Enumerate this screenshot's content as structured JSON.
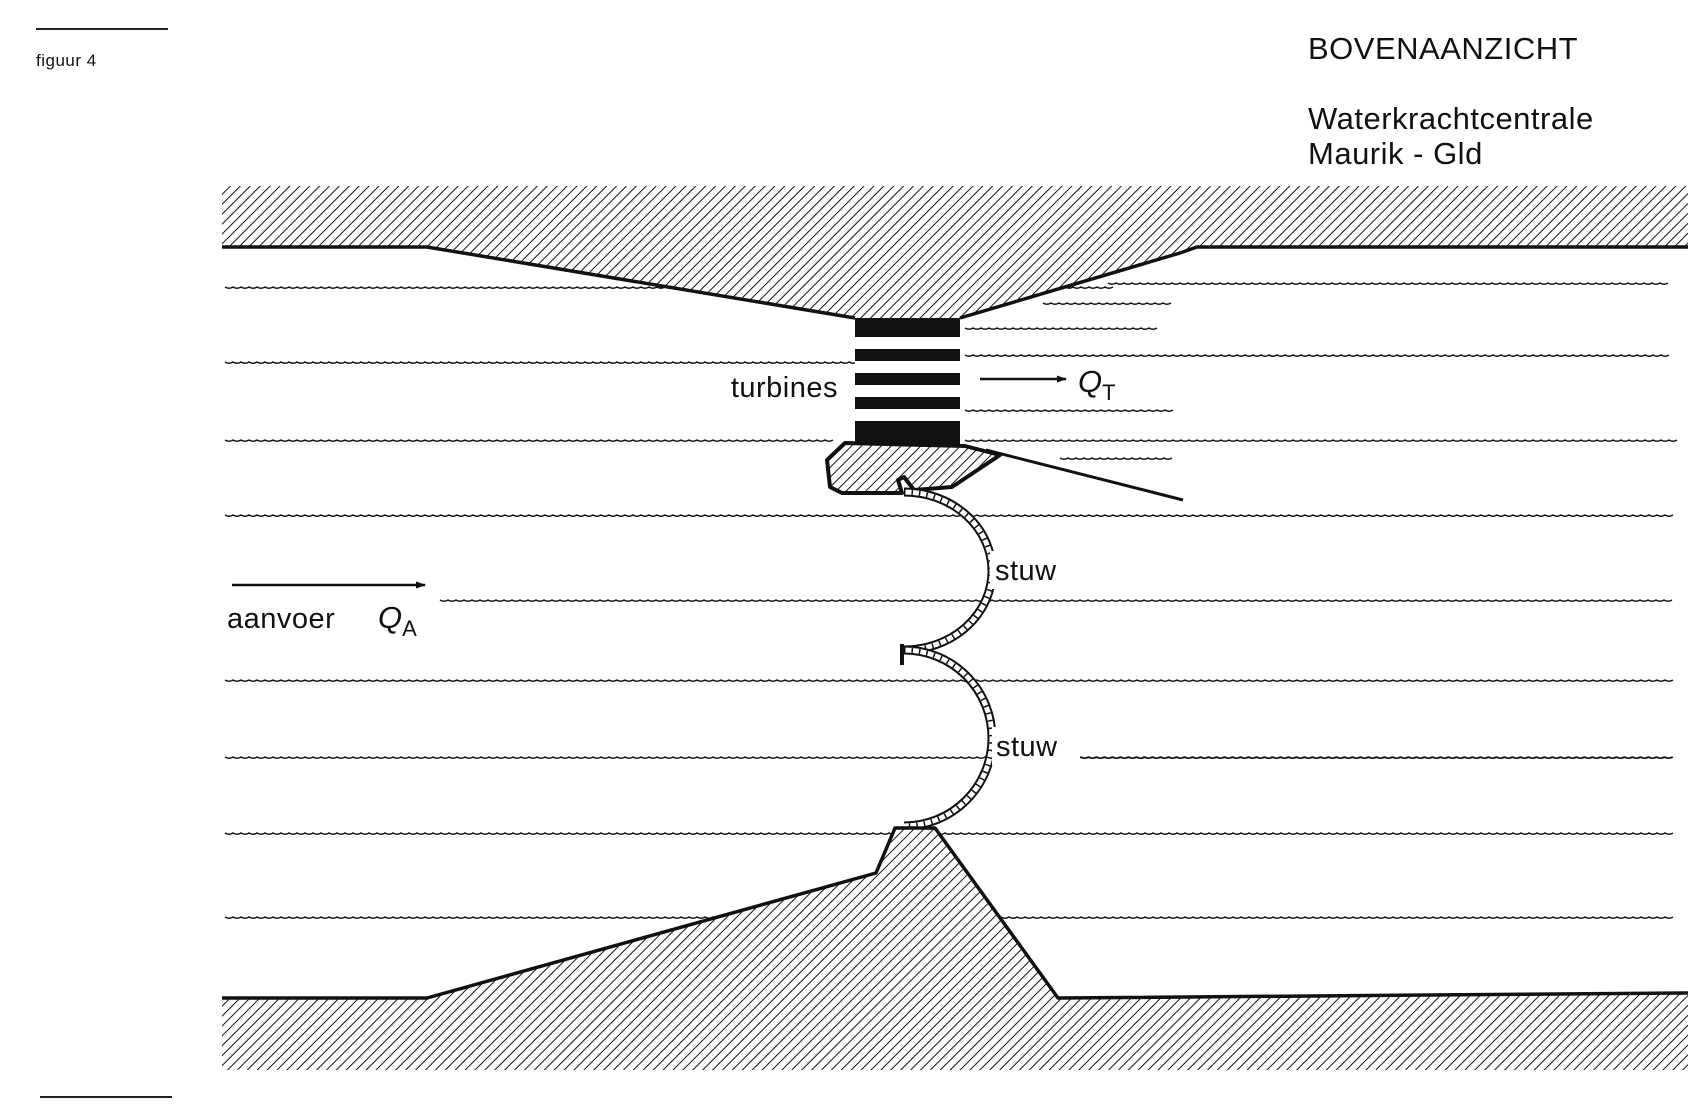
{
  "figure": {
    "label": "figuur 4"
  },
  "heading": {
    "view": "BOVENAANZICHT",
    "title_line1": "Waterkrachtcentrale",
    "title_line2": "Maurik - Gld"
  },
  "labels": {
    "turbines": "turbines",
    "outflow_symbol": "Q",
    "outflow_subscript": "T",
    "inflow_text": "aanvoer",
    "inflow_symbol": "Q",
    "inflow_subscript": "A",
    "weir_upper": "stuw",
    "weir_lower": "stuw"
  },
  "colors": {
    "ink": "#111111",
    "background": "#ffffff"
  }
}
